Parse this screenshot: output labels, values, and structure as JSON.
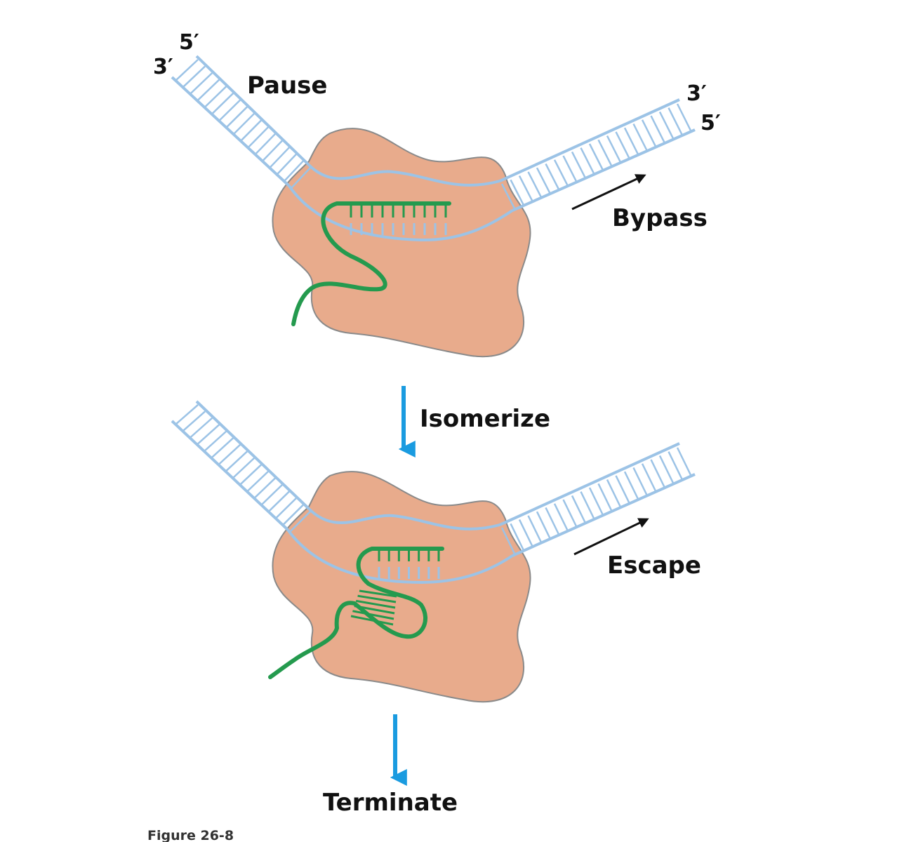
{
  "labels": {
    "top_left_5": "5′",
    "top_left_3": "3′",
    "pause": "Pause",
    "top_right_3": "3′",
    "top_right_5": "5′",
    "bypass": "Bypass",
    "isomerize": "Isomerize",
    "escape": "Escape",
    "terminate": "Terminate",
    "figure_caption": "Figure 26-8"
  },
  "colors": {
    "polymerase": "#e8ab8c",
    "polymerase_outline": "#8a8a8a",
    "dna": "#9cc3e6",
    "rna": "#249a4e",
    "flow_arrow": "#1a9be0",
    "motion_arrow": "#111111",
    "text": "#111111"
  }
}
